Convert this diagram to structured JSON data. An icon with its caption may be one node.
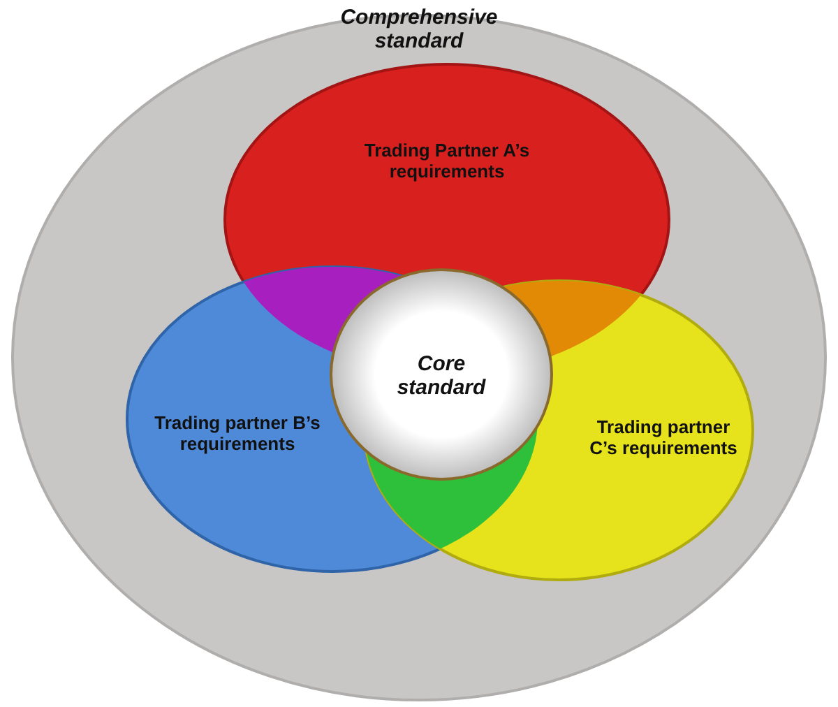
{
  "diagram": {
    "nodes": [
      {
        "text": [
          "Comprehensive standard"
        ]
      },
      {
        "text": [
          "Trading Partner A’s requirements"
        ],
        "in": 0
      },
      {
        "text": [
          "Trading partner B’s requirements"
        ],
        "in": 0
      },
      {
        "text": [
          "Trading partner C’s requirements"
        ],
        "in": 0
      },
      {
        "text": [
          "Core standard"
        ],
        "in": 0
      }
    ]
  }
}
